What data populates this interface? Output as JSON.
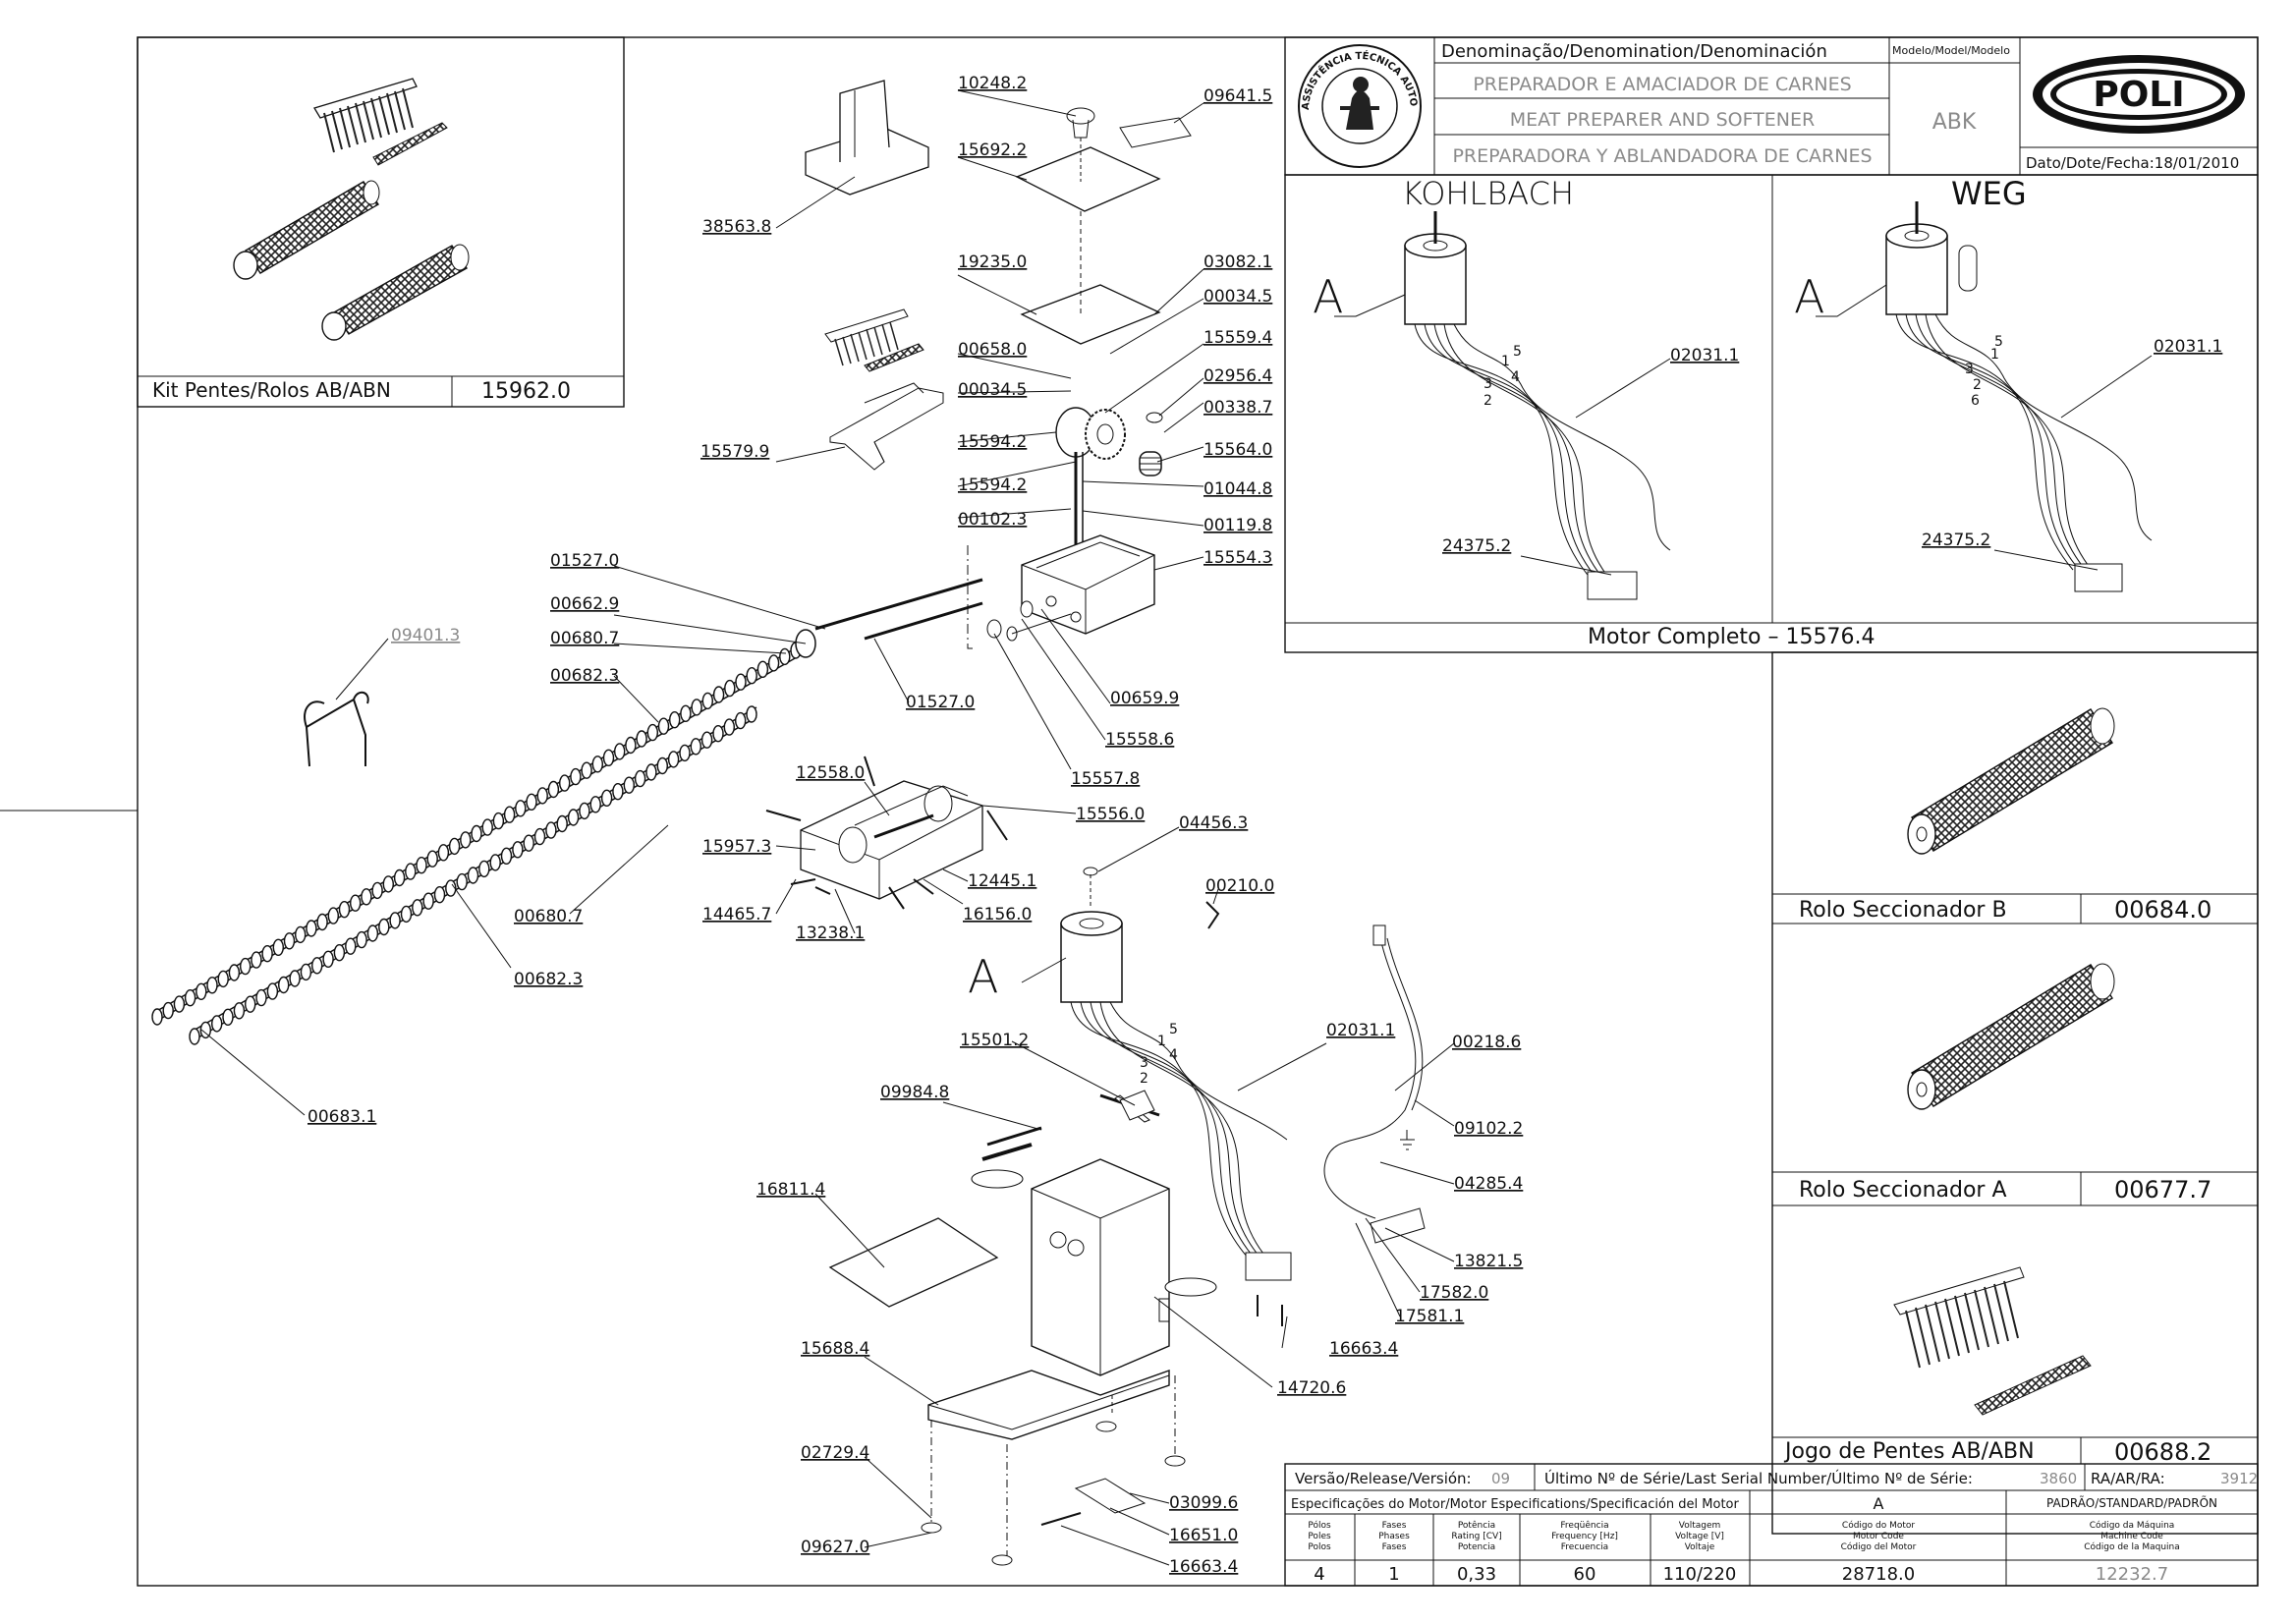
{
  "title_block": {
    "denomination_header": "Denominação/Denomination/Denominación",
    "model_header": "Modelo/Model/Modelo",
    "name_pt": "PREPARADOR E AMACIADOR DE CARNES",
    "name_en": "MEAT PREPARER  AND SOFTENER",
    "name_es": "PREPARADORA Y ABLANDADORA DE CARNES",
    "model": "ABK",
    "brand": "POLI",
    "date": "Dato/Dote/Fecha:18/01/2010",
    "seal_text": "ASSISTÊNCIA TÉCNICA AUTORIZADA"
  },
  "motor_panel": {
    "kohlbach_title": "KOHLBACH",
    "weg_title": "WEG",
    "view_letter": "A",
    "wire_numbers": [
      "5",
      "1",
      "4",
      "3",
      "2",
      "6"
    ],
    "kohlbach_labels": [
      "02031.1",
      "24375.2"
    ],
    "weg_labels": [
      "02031.1",
      "24375.2"
    ],
    "footer": "Motor Completo   – 15576.4"
  },
  "kit": {
    "label": "Kit Pentes/Rolos AB/ABN",
    "code": "15962.0"
  },
  "side_items": [
    {
      "label": "Rolo Seccionador B",
      "code": "00684.0"
    },
    {
      "label": "Rolo Seccionador A",
      "code": "00677.7"
    },
    {
      "label": "Jogo de Pentes AB/ABN",
      "code": "00688.2"
    }
  ],
  "release": {
    "version_label": "Versão/Release/Versión:",
    "version": "09",
    "serial_label": "Último Nº de Série/Last Serial Number/Último Nº de Série:",
    "serial": "3860",
    "ra_label": "RA/AR/RA:",
    "ra": "3912"
  },
  "specs": {
    "header": "Especificações do Motor/Motor Especifications/Specificación del Motor",
    "motor_letter": "A",
    "standard": "PADRÃO/STANDARD/PADRÕN",
    "col_heads": [
      [
        "Pólos",
        "Poles",
        "Polos"
      ],
      [
        "Fases",
        "Phases",
        "Fases"
      ],
      [
        "Potência",
        "Rating [CV]",
        "Potencia"
      ],
      [
        "Freqüência",
        "Frequency [Hz]",
        "Frecuencia"
      ],
      [
        "Voltagem",
        "Voltage [V]",
        "Voltaje"
      ],
      [
        "Código do Motor",
        "Motor Code",
        "Código del Motor"
      ],
      [
        "Código da Máquina",
        "Machine Code",
        "Código de la Maquina"
      ]
    ],
    "values": [
      "4",
      "1",
      "0,33",
      "60",
      "110/220",
      "28718.0",
      "12232.7"
    ]
  },
  "part_labels": {
    "p1": "10248.2",
    "p2": "09641.5",
    "p3": "15692.2",
    "p4": "38563.8",
    "p5": "19235.0",
    "p6": "03082.1",
    "p7": "00034.5",
    "p8": "00658.0",
    "p9": "15559.4",
    "p10": "00034.5",
    "p11": "02956.4",
    "p12": "00338.7",
    "p13": "15594.2",
    "p14": "15564.0",
    "p15": "15579.9",
    "p16": "15594.2",
    "p17": "01044.8",
    "p18": "00102.3",
    "p19": "00119.8",
    "p20": "15554.3",
    "p21": "01527.0",
    "p22": "00662.9",
    "p23": "00680.7",
    "p24": "00682.3",
    "p25": "01527.0",
    "p26": "00659.9",
    "p27": "15558.6",
    "p28": "15557.8",
    "p29": "12558.0",
    "p30": "15556.0",
    "p31": "15957.3",
    "p32": "12445.1",
    "p33": "14465.7",
    "p34": "16156.0",
    "p35": "13238.1",
    "p36": "04456.3",
    "p37": "00210.0",
    "p38": "00680.7",
    "p39": "00682.3",
    "p40": "00683.1",
    "p41": "09401.3",
    "p42": "15501.2",
    "p43": "02031.1",
    "p44": "00218.6",
    "p45": "09984.8",
    "p46": "09102.2",
    "p47": "04285.4",
    "p48": "16811.4",
    "p49": "13821.5",
    "p50": "17582.0",
    "p51": "17581.1",
    "p52": "16663.4",
    "p53": "15688.4",
    "p54": "14720.6",
    "p55": "02729.4",
    "p56": "03099.6",
    "p57": "16651.0",
    "p58": "09627.0",
    "p59": "16663.4",
    "view_a": "A"
  }
}
